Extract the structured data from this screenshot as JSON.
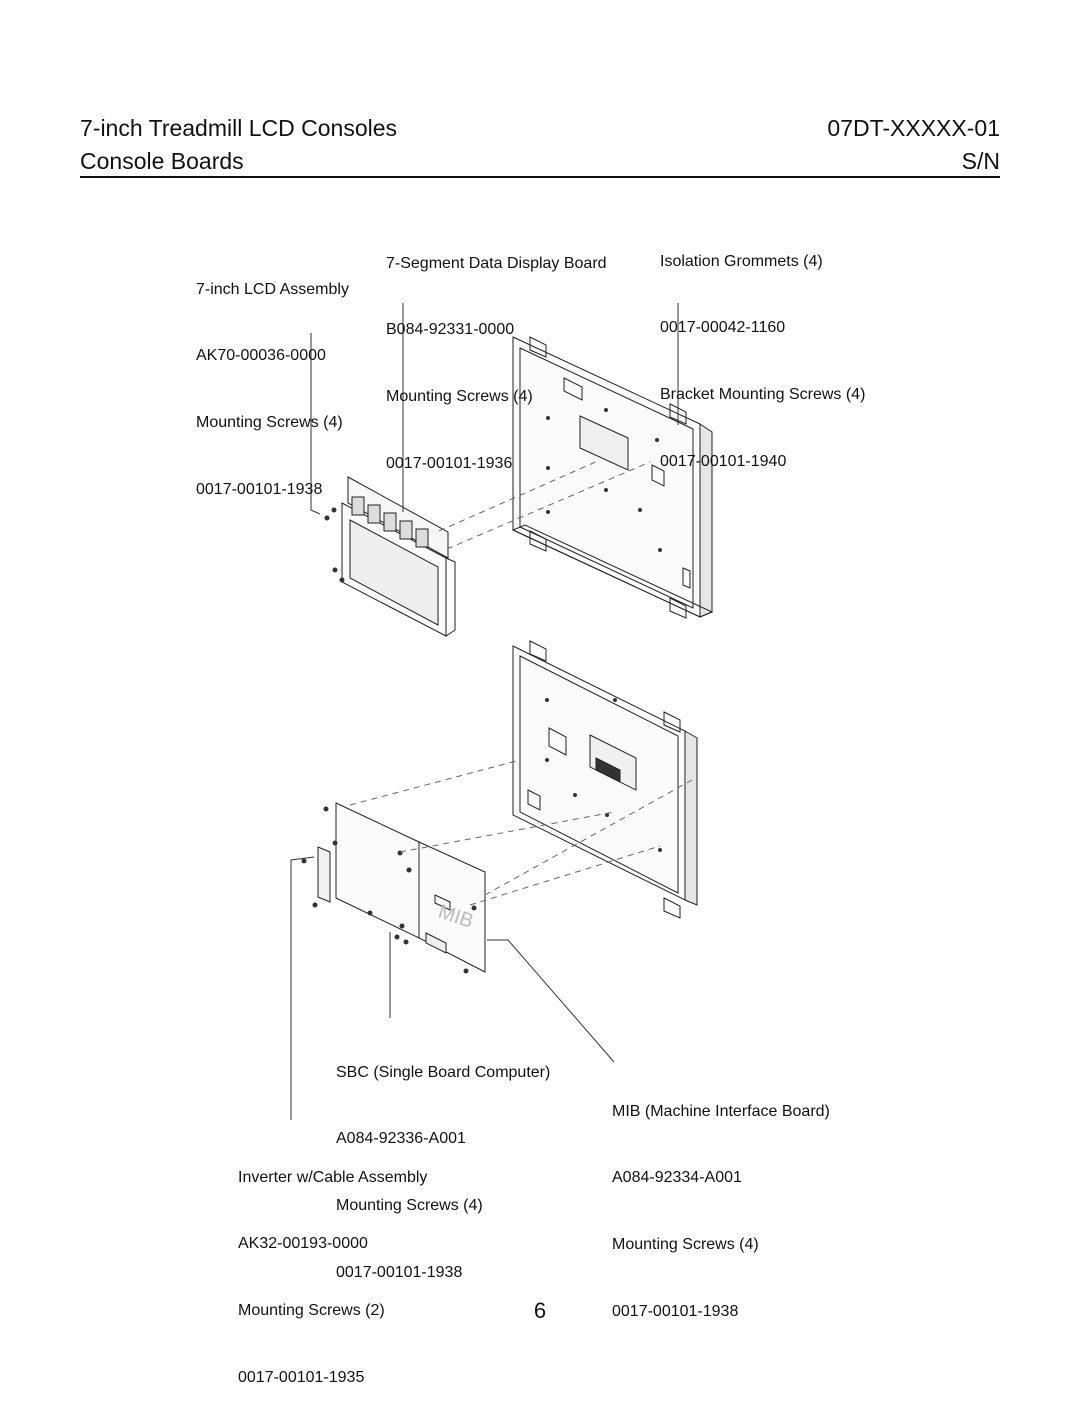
{
  "header": {
    "title": "7-inch Treadmill LCD Consoles",
    "model": "07DT-XXXXX-01",
    "section": "Console Boards",
    "serial": "S/N"
  },
  "callouts": {
    "lcd_assembly": {
      "name": "7-inch LCD Assembly",
      "part": "AK70-00036-0000",
      "screws": "Mounting Screws (4)",
      "screws_part": "0017-00101-1938"
    },
    "segment_board": {
      "name": "7-Segment Data Display Board",
      "part": "B084-92331-0000",
      "screws": "Mounting Screws (4)",
      "screws_part": "0017-00101-1936"
    },
    "grommets": {
      "name": "Isolation Grommets (4)",
      "part": "0017-00042-1160",
      "screws": "Bracket Mounting Screws (4)",
      "screws_part": "0017-00101-1940"
    },
    "sbc": {
      "name": "SBC (Single Board Computer)",
      "part": "A084-92336-A001",
      "screws": "Mounting Screws (4)",
      "screws_part": "0017-00101-1938"
    },
    "mib": {
      "name": "MIB (Machine Interface Board)",
      "part": "A084-92334-A001",
      "screws": "Mounting Screws (4)",
      "screws_part": "0017-00101-1938"
    },
    "inverter": {
      "name": "Inverter w/Cable Assembly",
      "part": "AK32-00193-0000",
      "screws": "Mounting Screws (2)",
      "screws_part": "0017-00101-1935"
    }
  },
  "diagram_text": {
    "mib_marking": "MIB"
  },
  "page_number": "6"
}
